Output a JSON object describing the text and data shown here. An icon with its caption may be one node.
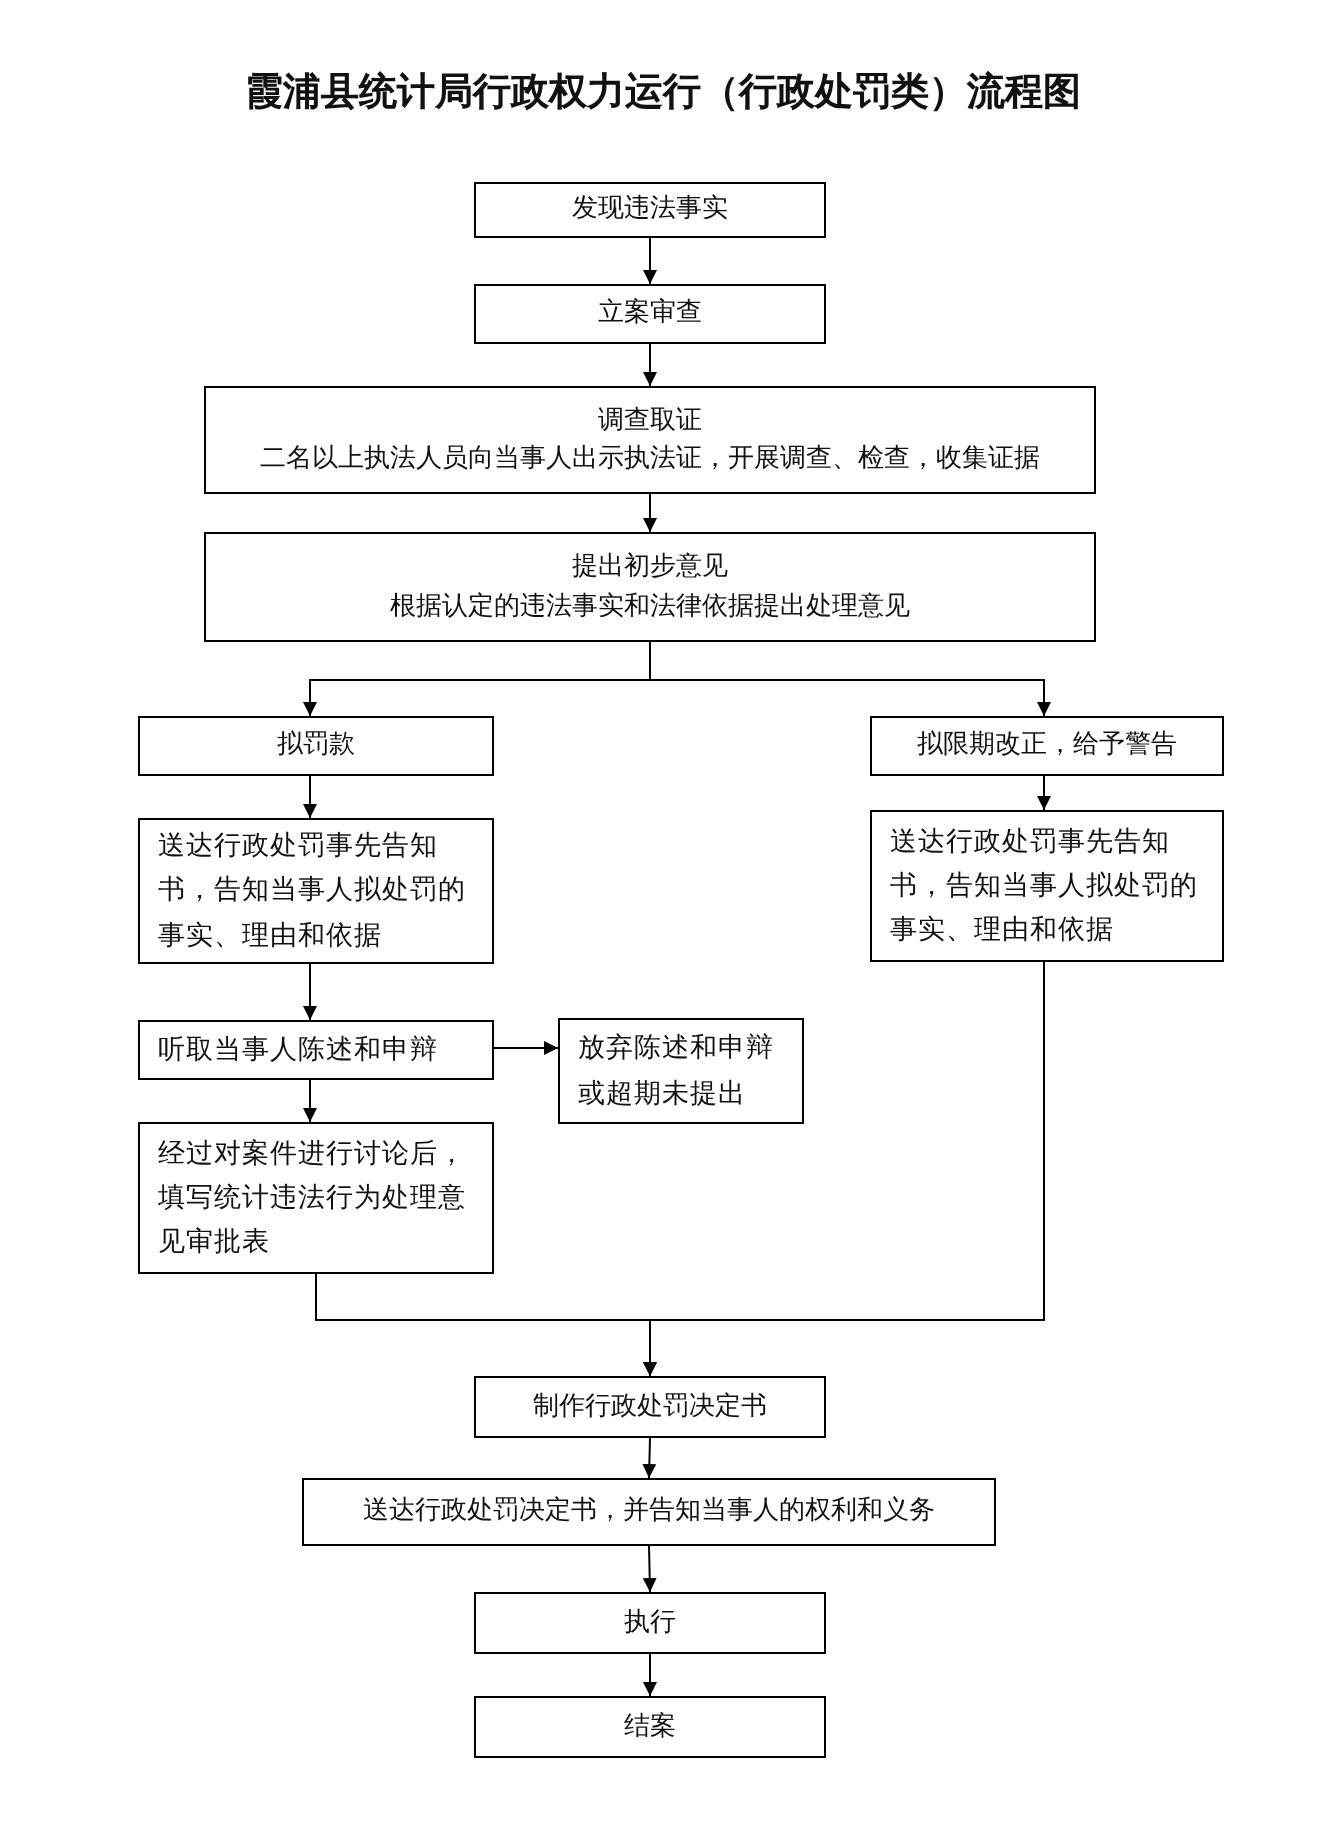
{
  "diagram": {
    "title": "霞浦县统计局行政权力运行（行政处罚类）流程图",
    "nodes": [
      {
        "text": [
          "发现违法事实"
        ]
      },
      {
        "text": [
          "立案审查"
        ]
      },
      {
        "text": [
          "调查取证",
          "二名以上执法人员向当事人出示执法证，开展调查、检查，收集证据"
        ]
      },
      {
        "text": [
          "提出初步意见",
          "根据认定的违法事实和法律依据提出处理意见"
        ]
      },
      {
        "text": [
          "拟罚款"
        ]
      },
      {
        "text": [
          "拟限期改正，给予警告"
        ]
      },
      {
        "text": [
          "送达行政处罚事先告知书，告知当事人拟处罚的事实、理由和依据"
        ]
      },
      {
        "text": [
          "送达行政处罚事先告知书，告知当事人拟处罚的事实、理由和依据"
        ]
      },
      {
        "text": [
          "听取当事人陈述和申辩"
        ]
      },
      {
        "text": [
          "放弃陈述和申辩或超期未提出"
        ]
      },
      {
        "text": [
          "经过对案件进行讨论后，填写统计违法行为处理意见审批表"
        ]
      },
      {
        "text": [
          "制作行政处罚决定书"
        ]
      },
      {
        "text": [
          "送达行政处罚决定书，并告知当事人的权利和义务"
        ]
      },
      {
        "text": [
          "执行"
        ]
      },
      {
        "text": [
          "结案"
        ]
      }
    ],
    "edges": [
      {
        "from": 0,
        "to": 1,
        "arrow": "to"
      },
      {
        "from": 1,
        "to": 2,
        "arrow": "to"
      },
      {
        "from": 2,
        "to": 3,
        "arrow": "to"
      },
      {
        "from": 3,
        "to": 4,
        "arrow": "to"
      },
      {
        "from": 3,
        "to": 5,
        "arrow": "to"
      },
      {
        "from": 4,
        "to": 6,
        "arrow": "to"
      },
      {
        "from": 5,
        "to": 7,
        "arrow": "to"
      },
      {
        "from": 6,
        "to": 8,
        "arrow": "to"
      },
      {
        "from": 8,
        "to": 9,
        "arrow": "to"
      },
      {
        "from": 8,
        "to": 10,
        "arrow": "to"
      },
      {
        "from": 10,
        "to": 11,
        "arrow": "to"
      },
      {
        "from": 7,
        "to": 11,
        "arrow": "to"
      },
      {
        "from": 11,
        "to": 12,
        "arrow": "to"
      },
      {
        "from": 12,
        "to": 13,
        "arrow": "to"
      },
      {
        "from": 13,
        "to": 14,
        "arrow": "to"
      }
    ]
  }
}
